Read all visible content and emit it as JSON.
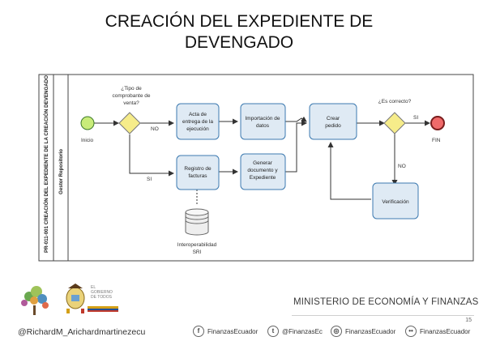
{
  "slide": {
    "title_line1": "CREACIÓN DEL EXPEDIENTE DE",
    "title_line2": "DEVENGADO",
    "page_number": "15"
  },
  "diagram": {
    "pool_label": "PR-011-001 CREACIÓN DEL EXPEDIENTE DE LA CREACIÓN DEVENGADO",
    "lane_label": "Gestor Repositorio",
    "start_label": "Inicio",
    "end_label": "FIN",
    "gateway1_label_line1": "¿Tipo de",
    "gateway1_label_line2": "comprobante de",
    "gateway1_label_line3": "venta?",
    "gateway2_label": "¿Es correcto?",
    "flow_no_1": "NO",
    "flow_si_1": "SI",
    "flow_si_2": "SI",
    "flow_no_2": "NO",
    "tasks": {
      "acta_line1": "Acta de",
      "acta_line2": "entrega de la",
      "acta_line3": "ejecución",
      "importar_line1": "Importación de",
      "importar_line2": "datos",
      "crear_line1": "Crear",
      "crear_line2": "pedido",
      "registro_line1": "Registro de",
      "registro_line2": "facturas",
      "generar_line1": "Generar",
      "generar_line2": "documento y",
      "generar_line3": "Expediente",
      "verificacion": "Verificación"
    },
    "datastore_line1": "Interoperabilidad",
    "datastore_line2": "SRI"
  },
  "footer": {
    "ministry": "MINISTERIO DE ECONOMÍA Y FINANZAS",
    "gov_line1": "EL",
    "gov_line2": "GOBIERNO",
    "gov_line3": "DE TODOS",
    "handle_twitter": "@RichardM_A",
    "handle_web": "richardmartinezecu",
    "social_facebook": "FinanzasEcuador",
    "social_twitter": "@FinanzasEc",
    "social_instagram": "FinanzasEcuador",
    "social_flickr": "FinanzasEcuador"
  },
  "colors": {
    "task_fill": "#dfeaf4",
    "task_stroke": "#3d7ab0",
    "start_fill": "#c9ec7a",
    "end_fill": "#f06a6a",
    "gateway_fill": "#f6ec8a"
  }
}
